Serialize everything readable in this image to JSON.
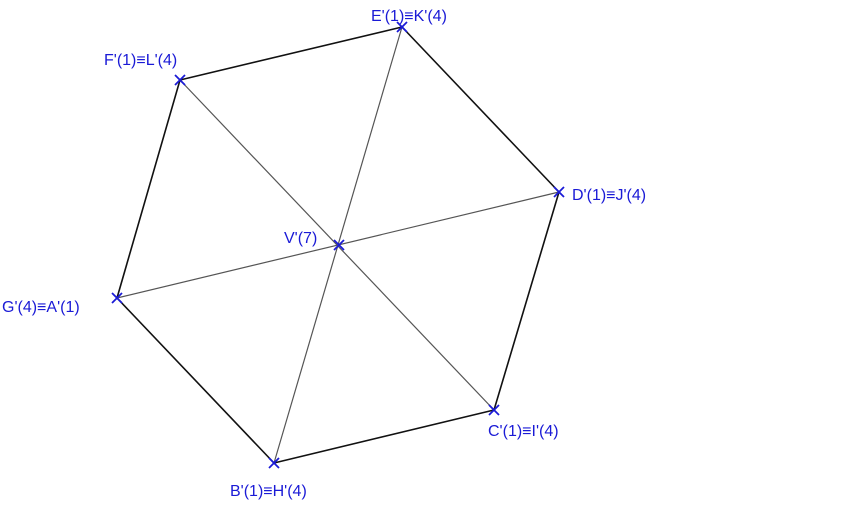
{
  "diagram": {
    "colors": {
      "edge": "#111111",
      "diagonal": "#555555",
      "point": "#1a1ad6"
    },
    "points": {
      "E": {
        "label": "E'(1)≡K'(4)"
      },
      "D": {
        "label": "D'(1)≡J'(4)"
      },
      "C": {
        "label": "C'(1)≡I'(4)"
      },
      "B": {
        "label": "B'(1)≡H'(4)"
      },
      "G": {
        "label": "G'(4)≡A'(1)"
      },
      "F": {
        "label": "F'(1)≡L'(4)"
      },
      "V": {
        "label": "V'(7)"
      }
    }
  }
}
